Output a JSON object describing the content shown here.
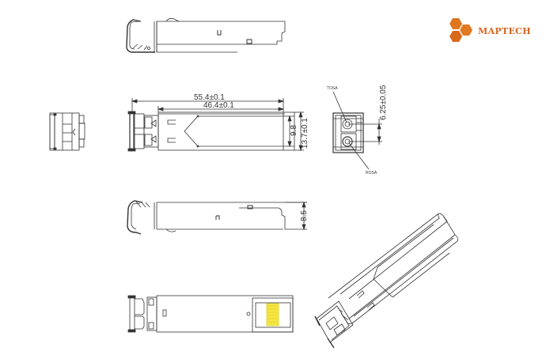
{
  "logo": {
    "text": "MAPTECH",
    "color": "#e0761f",
    "icon": "hexagon-cluster-icon"
  },
  "dimensions": {
    "overall_length": "55.4±0.1",
    "body_length": "46.4±0.1",
    "inner_width": "9.8",
    "overall_width": "13.7±0.1",
    "port_pitch": "6.25±0.05",
    "height": "8.5"
  },
  "labels": {
    "tosa": "TOSA",
    "rosa": "ROSA"
  },
  "views": [
    {
      "name": "side-view-top",
      "description": "Side elevation with bail latch"
    },
    {
      "name": "front-end-view",
      "description": "Rear end view"
    },
    {
      "name": "top-plan-view",
      "description": "Top plan with dimensions"
    },
    {
      "name": "optical-port-view",
      "description": "Optical interface end view with TOSA/ROSA"
    },
    {
      "name": "side-view-bottom",
      "description": "Opposite side elevation"
    },
    {
      "name": "bottom-plan-view",
      "description": "Bottom view with gold edge connector"
    },
    {
      "name": "isometric-view",
      "description": "Perspective 3D view"
    }
  ],
  "colors": {
    "line": "#333333",
    "connector_gold": "#f5e642"
  }
}
